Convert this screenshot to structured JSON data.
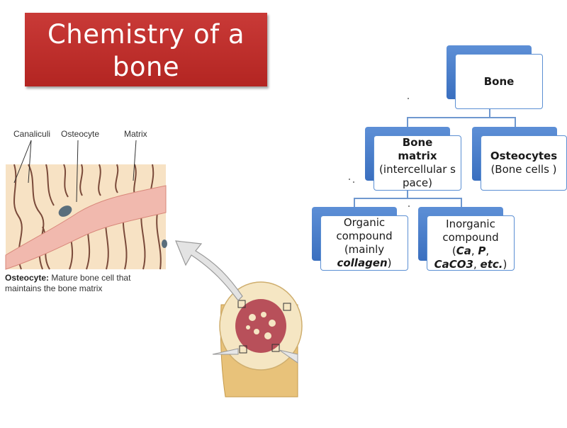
{
  "slide": {
    "title_line1": "Chemistry of a",
    "title_line2": "bone"
  },
  "illustration": {
    "label_canaliculi": "Canaliculi",
    "label_osteocyte": "Osteocyte",
    "label_matrix": "Matrix",
    "caption_bold": "Osteocyte:",
    "caption_line1": "Mature bone cell that",
    "caption_line2": "maintains the bone matrix"
  },
  "hierarchy": {
    "root": "Bone",
    "matrix_title": "Bone matrix",
    "matrix_sub": "(intercellular space)",
    "osteocytes_title": "Osteocytes",
    "osteocytes_sub": "(Bone cells )",
    "organic_line1": "Organic compound (mainly",
    "organic_bold": "collagen",
    "organic_end": ")",
    "inorganic_line1": "Inorganic compound (",
    "inorganic_ca": "Ca",
    "inorganic_comma": ", ",
    "inorganic_p": "P",
    "inorganic_comma2": ",",
    "inorganic_caco3": "CaCO3",
    "inorganic_comma3": ",",
    "inorganic_etc": "etc.",
    "inorganic_end": ")"
  },
  "colors": {
    "title_bg": "#b32522",
    "node_accent": "#3a6fbf",
    "node_border": "#5b8fd3",
    "tissue": "#e9b7ac",
    "cell_body": "#f4c4bb"
  }
}
